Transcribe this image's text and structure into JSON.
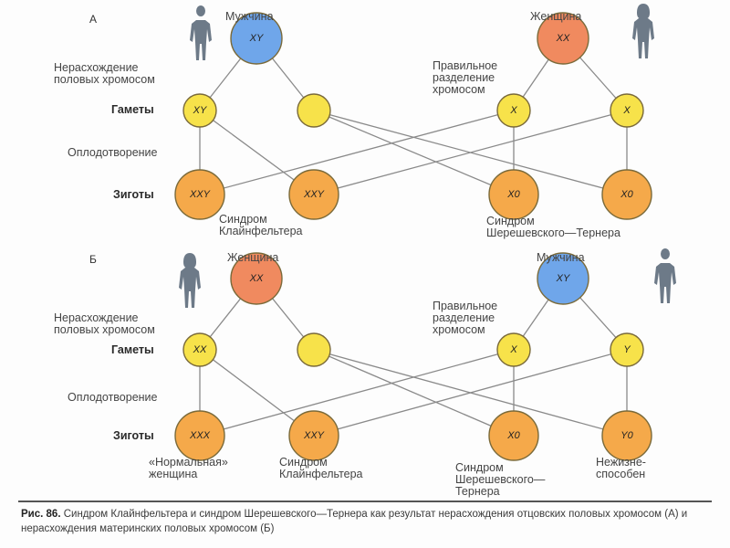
{
  "colors": {
    "male": "#6fa6ea",
    "female": "#f08a5f",
    "gamete": "#f7e24a",
    "zygote": "#f5a94a",
    "stroke": "#7a6a3a",
    "line": "#8a8a8a",
    "silhouette": "#6d7a88"
  },
  "panels": [
    {
      "letter": "А",
      "parent_left": {
        "label": "Мужчина",
        "genotype": "XY",
        "sex": "male"
      },
      "parent_right": {
        "label": "Женщина",
        "genotype": "XX",
        "sex": "female"
      },
      "left_process": [
        "Нерасхождение",
        "половых хромосом"
      ],
      "right_process": [
        "Правильное",
        "разделение",
        "хромосом"
      ],
      "gametes_label": "Гаметы",
      "fertilization_label": "Оплодотворение",
      "zygotes_label": "Зиготы",
      "gametes": [
        "XY",
        "",
        "X",
        "X"
      ],
      "zygotes": [
        "XXY",
        "XXY",
        "X0",
        "X0"
      ],
      "outcomes": [
        {
          "lines": [
            "Синдром",
            "Клайнфельтера"
          ]
        },
        {
          "lines": [
            "Синдром",
            "Шерешевского—Тернера"
          ]
        }
      ]
    },
    {
      "letter": "Б",
      "parent_left": {
        "label": "Женщина",
        "genotype": "XX",
        "sex": "female"
      },
      "parent_right": {
        "label": "Мужчина",
        "genotype": "XY",
        "sex": "male"
      },
      "left_process": [
        "Нерасхождение",
        "половых хромосом"
      ],
      "right_process": [
        "Правильное",
        "разделение",
        "хромосом"
      ],
      "gametes_label": "Гаметы",
      "fertilization_label": "Оплодотворение",
      "zygotes_label": "Зиготы",
      "gametes": [
        "XX",
        "",
        "X",
        "Y"
      ],
      "zygotes": [
        "XXX",
        "XXY",
        "X0",
        "Y0"
      ],
      "outcomes": [
        {
          "lines": [
            "«Нормальная»",
            "женщина"
          ]
        },
        {
          "lines": [
            "Синдром",
            "Клайнфельтера"
          ]
        },
        {
          "lines": [
            "Синдром",
            "Шерешевского—",
            "Тернера"
          ]
        },
        {
          "lines": [
            "Нежизне-",
            "способен"
          ]
        }
      ]
    }
  ],
  "caption": {
    "figure_label": "Рис. 86.",
    "text": "Синдром Клайнфельтера и синдром Шерешевского—Тернера как результат нерасхождения отцовских половых хромосом (А) и нерасхождения материнских половых хромосом (Б)"
  }
}
